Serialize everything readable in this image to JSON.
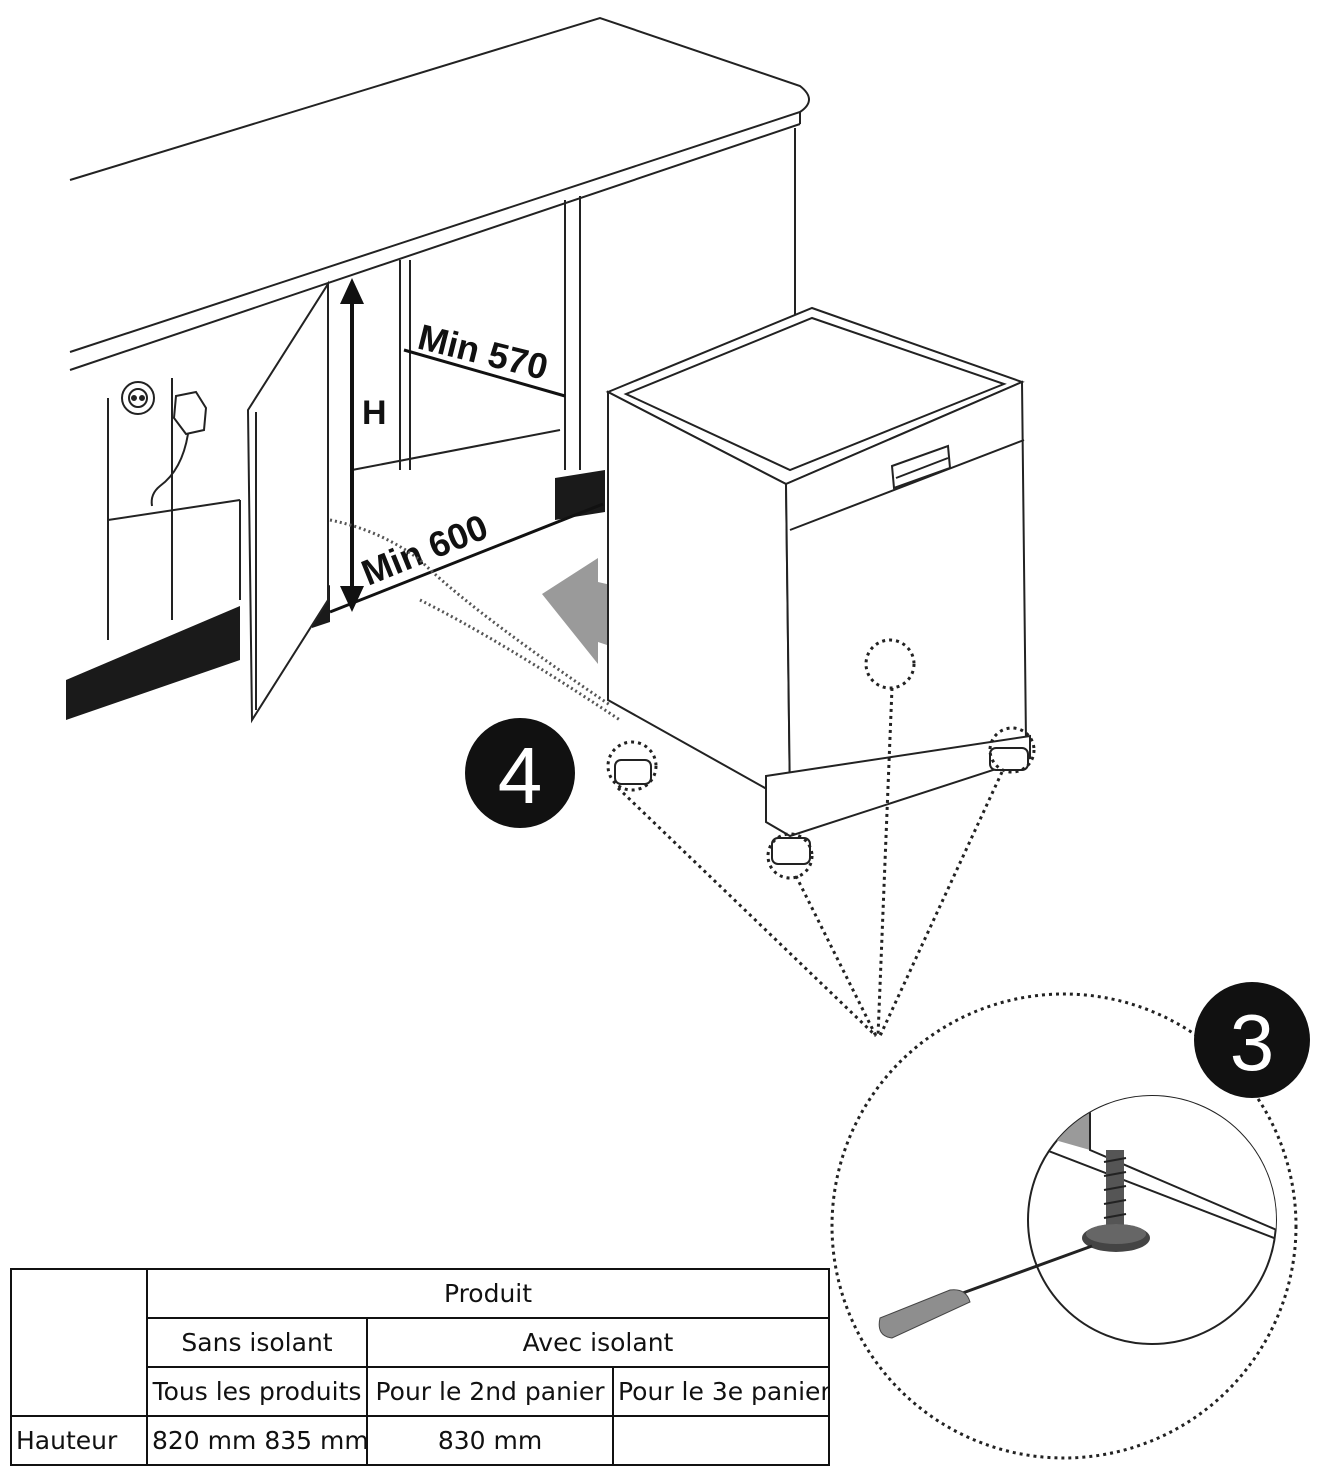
{
  "labels": {
    "height": "H",
    "min_depth": "Min 570",
    "min_width": "Min 600"
  },
  "steps": {
    "insert": "4",
    "adjust_feet": "3"
  },
  "table": {
    "product": "Produit",
    "without_insulation": "Sans isolant",
    "with_insulation": "Avec isolant",
    "all_products": "Tous les produits",
    "second_basket": "Pour le 2nd panier",
    "third_basket": "Pour le 3e panier",
    "row_label": "Hauteur",
    "value_sans_a": "820 mm",
    "value_sans_b": "835 mm",
    "value_2nd": "830 mm",
    "value_3rd": ""
  },
  "colors": {
    "line": "#222222",
    "badge": "#111111",
    "arrow": "#9a9a9a",
    "screwdriver": "#8e8e8e"
  },
  "icons": [
    "power-socket-icon",
    "plug-icon",
    "push-arrow-icon",
    "screwdriver-icon"
  ]
}
